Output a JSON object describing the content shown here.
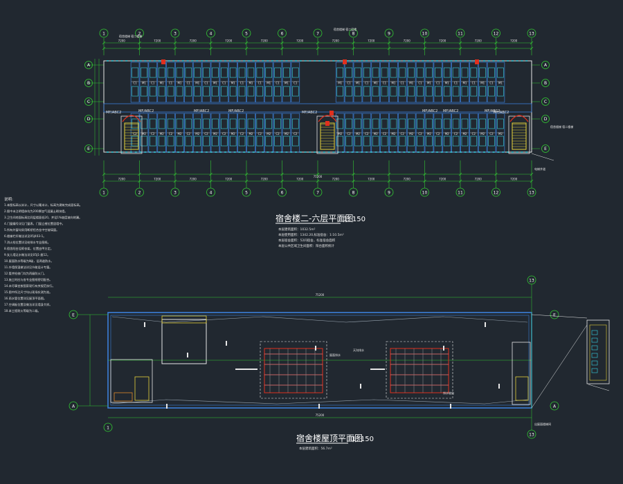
{
  "drawing": {
    "plan_top": {
      "title": "宿舍楼二-六层平面图",
      "scale": "1: 150",
      "notes": [
        "本层建筑面积：1032.5m²",
        "本层使用面积：1342.20,标准宿舍：1:10.5m²",
        "本层宿舍面积：52间宿舍，标准宿舍面积",
        "本层公共区域卫生间面积：阳台面积统计"
      ],
      "room_label": "MF/ABC2",
      "overall_dim": "75200",
      "bay_dim": "7200",
      "stair_label": "楼梯间",
      "callouts": [
        "宿舍楼梯 宿二楼梯",
        "宿舍楼梯 宿二层楼",
        "宿舍楼梯 宿二楼梯"
      ]
    },
    "plan_roof": {
      "title": "宿舍楼屋顶平面图",
      "scale": "1: 150",
      "notes": [
        "本层建筑面积：56.7m²"
      ],
      "overall_dim": "75200",
      "callouts": [
        "屋面排水",
        "天沟排水",
        "排水坡向",
        "出屋面楼梯间"
      ]
    },
    "general_notes": {
      "heading": "说明:",
      "lines": [
        "1.本图标高以米计，尺寸以毫米计，标高为建筑完成面标高。",
        "2.图中未注明墙体均为200厚加气混凝土砌块墙。",
        "3.卫生间地面标高比同层楼面低20，并设1%坡度坡向地漏。",
        "4.门窗编号详见门窗表，门窗立樘位置居墙中。",
        "5.所有外窗均采用断桥铝合金中空玻璃窗。",
        "6.楼梯栏杆做法详见05J403-1。",
        "7.消火栓位置详见给排水专业图纸。",
        "8.宿舍阳台设晾衣架，位置由甲方定。",
        "9.女儿墙泛水做法详见05J1-屋12。",
        "10.屋面防水等级为Ⅱ级，设两道防水。",
        "11.外墙保温做法详见节能设计专篇。",
        "12.管井检修门均为丙级防火门。",
        "13.施工时应与各专业图纸密切配合。",
        "14.未尽事宜按国家现行有关规范执行。",
        "15.图中所注尺寸均以现场实测为准。",
        "16.雨水管位置详见屋顶平面图。",
        "17.空调板位置及做法详见墙身大样。",
        "18.本工程耐火等级为二级。"
      ]
    },
    "axes_top": [
      "1",
      "2",
      "3",
      "4",
      "5",
      "6",
      "7",
      "8",
      "9",
      "10",
      "11",
      "12",
      "13"
    ],
    "axes_left": [
      "A",
      "B",
      "C",
      "D",
      "E"
    ],
    "axes_roof_ends": [
      "1",
      "13"
    ],
    "axes_roof_side": [
      "A",
      "E"
    ]
  }
}
